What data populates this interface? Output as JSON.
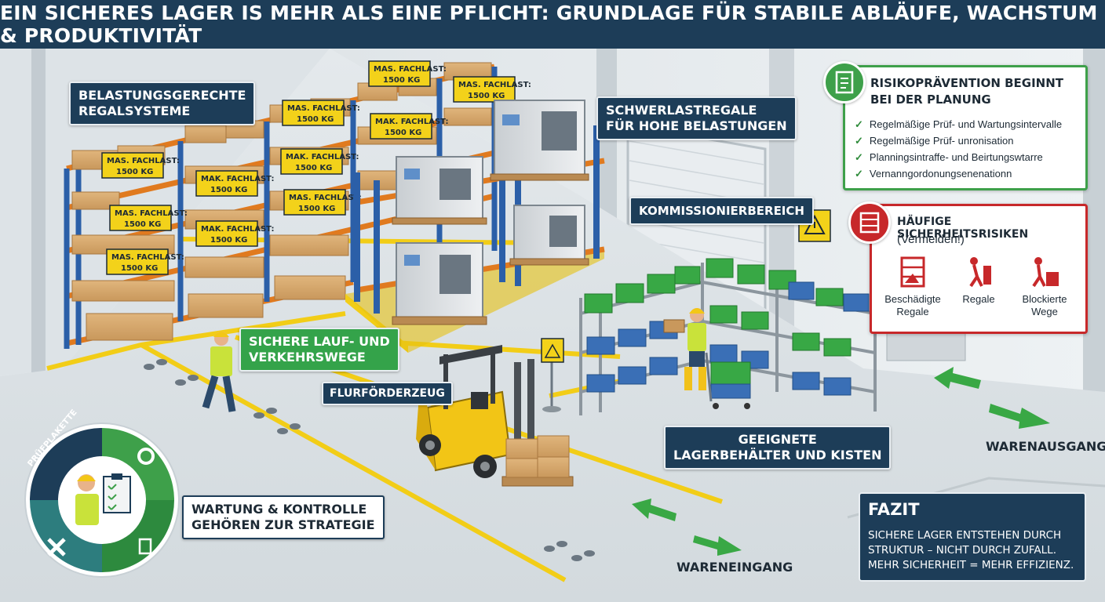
{
  "header": {
    "title": "EIN SICHERES LAGER IS MEHR ALS EINE PFLICHT: GRUNDLAGE FÜR STABILE ABLÄUFE, WACHSTUM & PRODUKTIVITÄT"
  },
  "labels": {
    "racking": [
      "BELASTUNGSGERECHTE",
      "REGALSYSTEME"
    ],
    "heavy": [
      "SCHWERLASTREGALE",
      "FÜR HOHE BELASTUNGEN"
    ],
    "picking": "KOMMISSIONIERBEREICH",
    "walkways": [
      "SICHERE LAUF- UND",
      "VERKEHRSWEGE"
    ],
    "forklift": "FLURFÖRDERZEUG",
    "containers": [
      "GEEIGNETE",
      "LAGERBEHÄLTER UND KISTEN"
    ],
    "maintenance": [
      "WARTUNG & KONTROLLE",
      "GEHÖREN ZUR STRATEGIE"
    ],
    "inspection_tag": "PRÜFPLAKETTE",
    "outbound": "WARENAUSGANG",
    "inbound": "WARENEINGANG"
  },
  "box_labels": {
    "row_a": [
      "MAS. FACHLAST:",
      "1500 KG"
    ],
    "row_b": [
      "MAK. FACHLAST:",
      "1500 KG"
    ],
    "row_c": [
      "MAS. FACHLAST:",
      "1500 KG"
    ]
  },
  "risk_prevention": {
    "title": [
      "RISIKOPRÄVENTION BEGINNT",
      "BEI DER PLANUNG"
    ],
    "items": [
      "Regelmäßige Prüf- und Wartungsintervalle",
      "Regelmäßige Prüf- unronisation",
      "Planningsintraffe- und Beirtungswtarre",
      "Vernanngordonungsenenationn"
    ]
  },
  "hazards": {
    "title": "HÄUFIGE SICHERHEITSRISIKEN",
    "subtitle": "(Vermeiden!)",
    "items": [
      {
        "line1": "Beschädigte",
        "line2": "Regale",
        "icon": "damaged-rack-icon"
      },
      {
        "line1": "Regale",
        "line2": "",
        "icon": "person-falling-rack-icon"
      },
      {
        "line1": "Blockierte",
        "line2": "Wege",
        "icon": "blocked-path-icon"
      }
    ]
  },
  "fazit": {
    "title": "FAZIT",
    "lines": [
      "SICHERE LAGER ENTSTEHEN DURCH",
      "STRUKTUR – NICHT DURCH ZUFALL.",
      "MEHR SICHERHEIT = MEHR EFFIZIENZ."
    ]
  },
  "colors": {
    "navy": "#1d3d58",
    "green": "#34a34a",
    "red": "#c7282a",
    "yellow": "#f3cd1a",
    "orange": "#e07a1f",
    "rack_blue": "#2b5fa8"
  }
}
